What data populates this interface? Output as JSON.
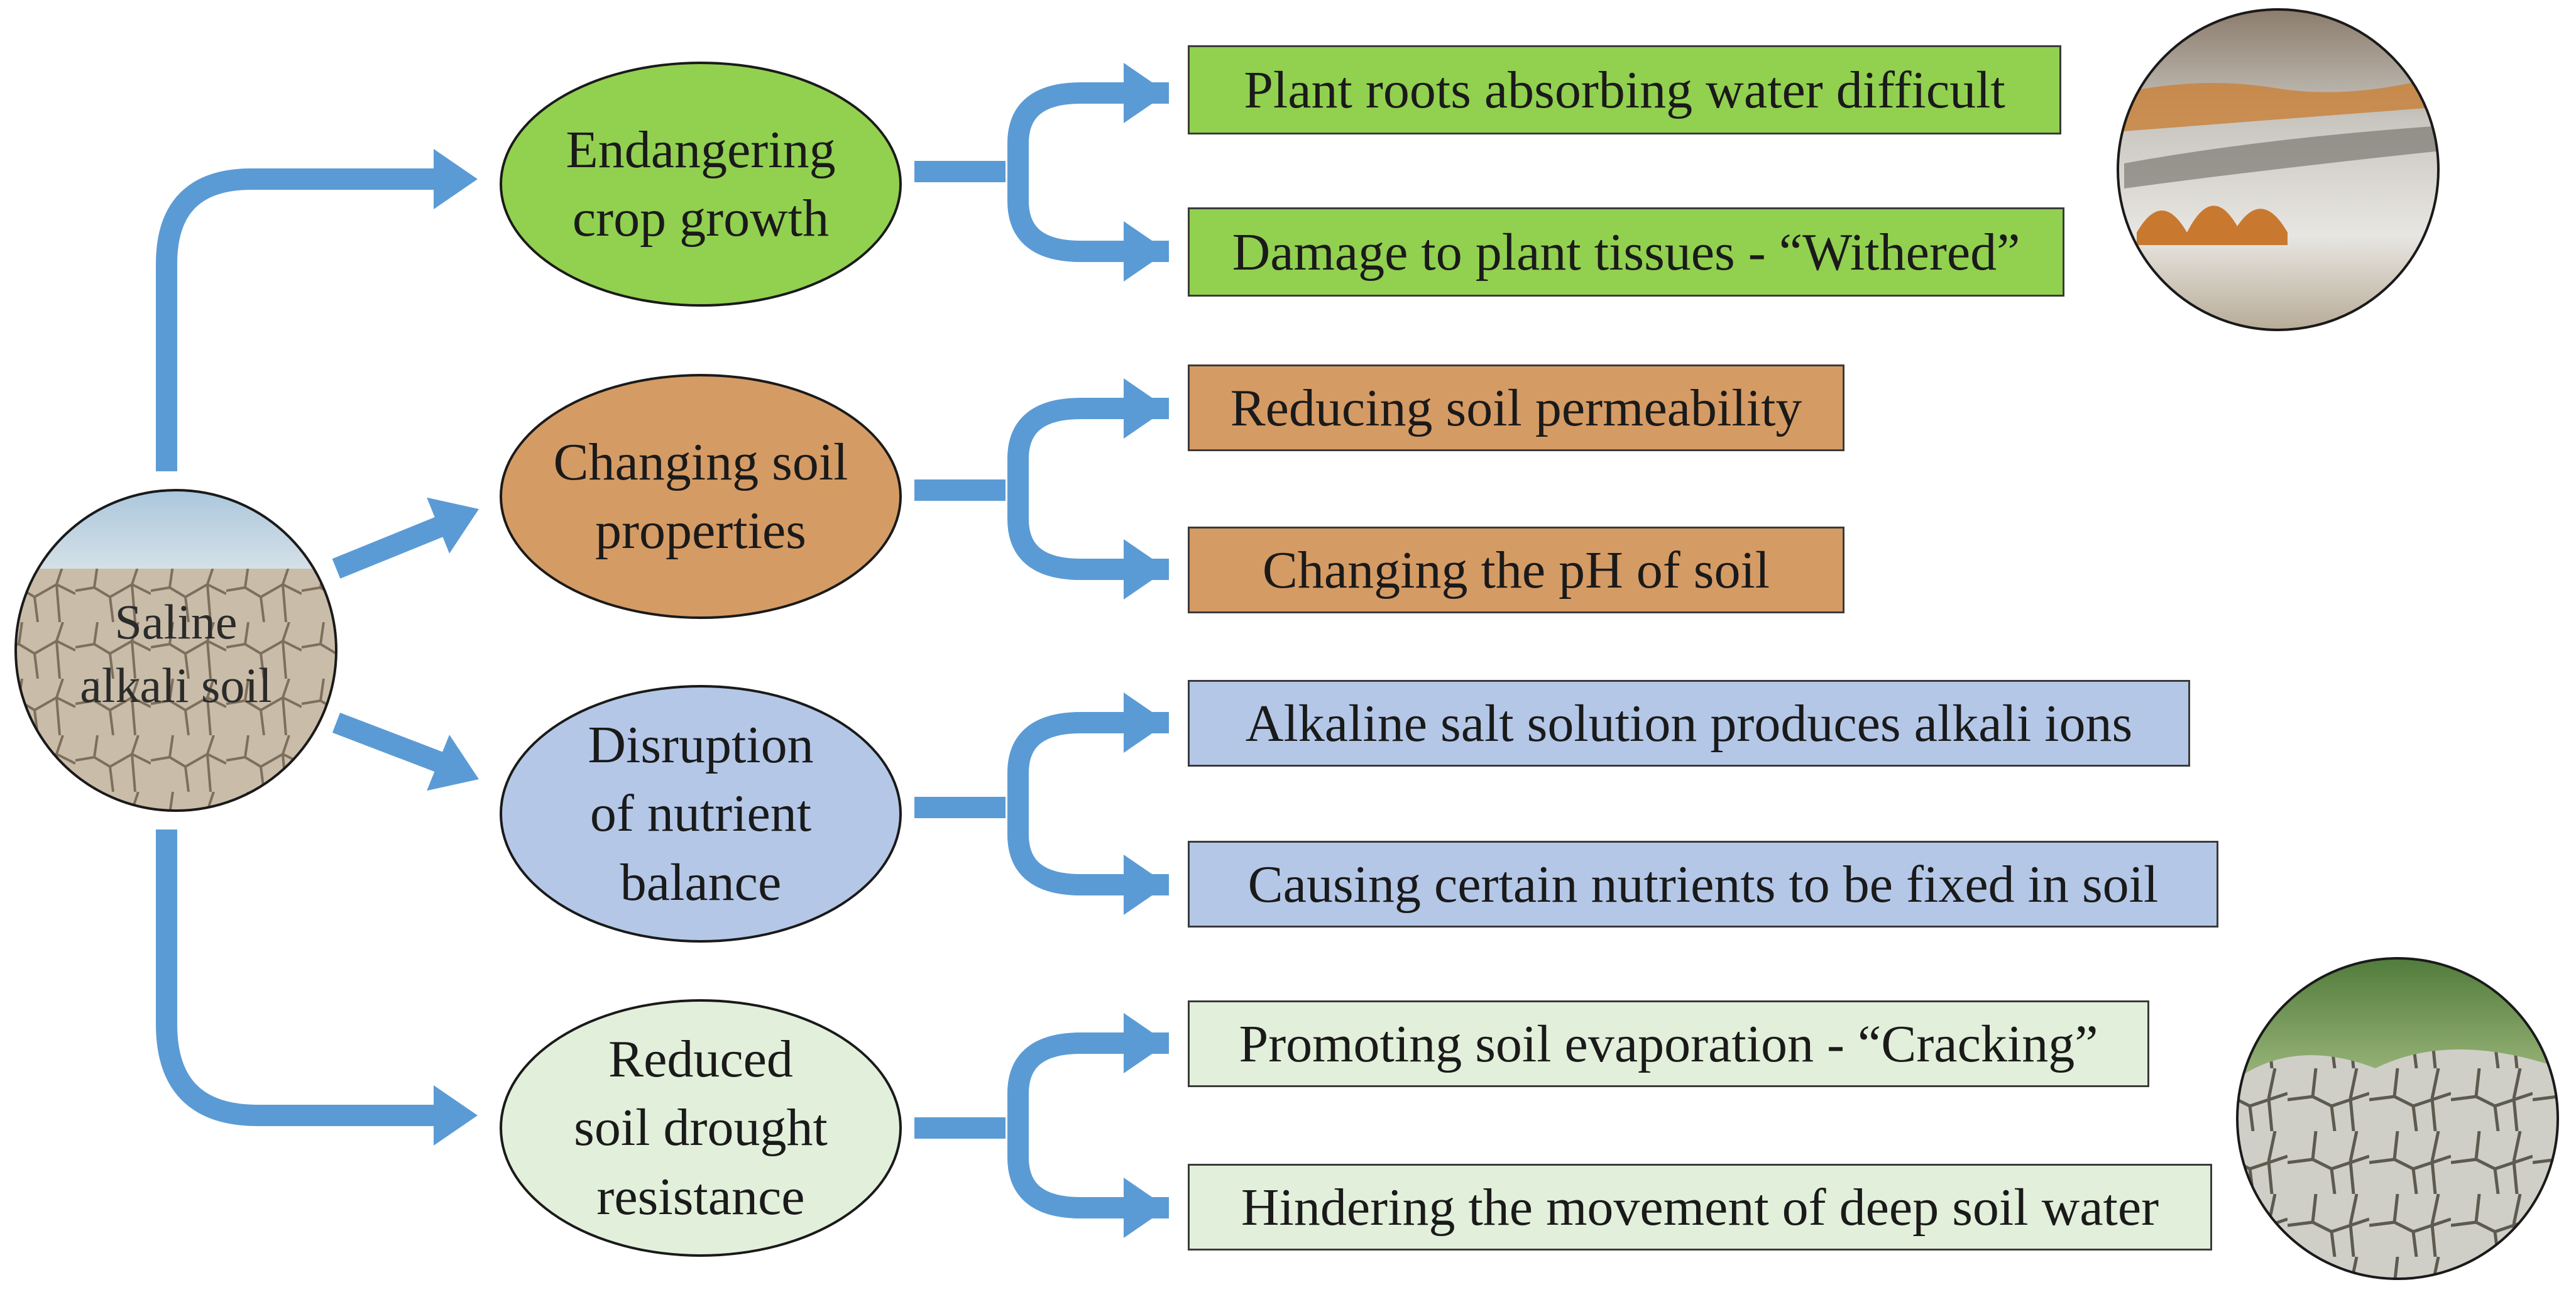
{
  "source": {
    "label": "Saline\nalkali soil",
    "image": "cracked-soil-photo"
  },
  "branches": [
    {
      "title": "Endangering\ncrop growth",
      "color": "#92d050",
      "items": [
        "Plant roots absorbing water difficult",
        "Damage to plant tissues - “Withered”"
      ]
    },
    {
      "title": "Changing soil\nproperties",
      "color": "#d59b64",
      "items": [
        "Reducing soil permeability",
        "Changing the pH of soil"
      ]
    },
    {
      "title": "Disruption\nof nutrient\nbalance",
      "color": "#b4c7e7",
      "items": [
        "Alkaline salt solution produces alkali ions",
        "Causing certain nutrients to be fixed in soil"
      ]
    },
    {
      "title": "Reduced\nsoil drought\nresistance",
      "color": "#e2efda",
      "items": [
        "Promoting soil evaporation - “Cracking”",
        "Hindering the movement of deep soil water"
      ]
    }
  ],
  "images": {
    "top_right": "saline-marsh-photo",
    "bottom_right": "cracked-dry-soil-photo"
  },
  "colors": {
    "arrow": "#5b9bd5",
    "outline": "#1a1a1a"
  }
}
